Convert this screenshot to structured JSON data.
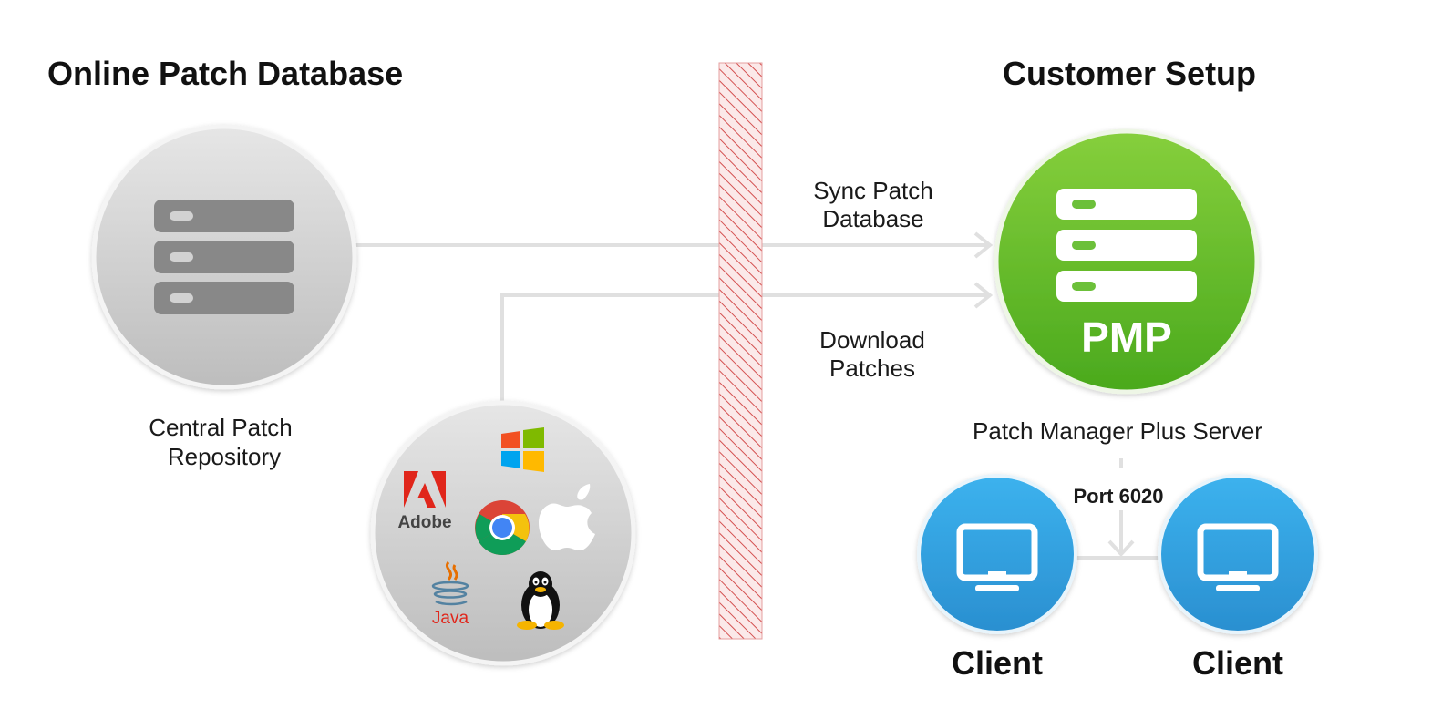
{
  "headings": {
    "left": "Online Patch Database",
    "right": "Customer Setup"
  },
  "central_repository": {
    "label_line1": "Central Patch",
    "label_line2": "Repository"
  },
  "vendor_logos": {
    "adobe_text": "Adobe",
    "java_text": "Java",
    "icons": [
      "windows-icon",
      "adobe-icon",
      "chrome-icon",
      "apple-icon",
      "java-icon",
      "linux-tux-icon"
    ]
  },
  "flows": {
    "sync_line1": "Sync Patch",
    "sync_line2": "Database",
    "download_line1": "Download",
    "download_line2": "Patches"
  },
  "pmp_server": {
    "badge": "PMP",
    "label": "Patch Manager Plus Server"
  },
  "port": {
    "label": "Port 6020"
  },
  "clients": [
    {
      "label": "Client"
    },
    {
      "label": "Client"
    }
  ],
  "colors": {
    "gray_circle": "#d4d4d4",
    "server_block_gray": "#8a8a8a",
    "pmp_green": "#5cb82c",
    "client_blue": "#2f9fe0",
    "firewall_hatch": "#d84a4a",
    "firewall_fill": "#fbe6e6",
    "connector": "#e0e0e0"
  }
}
